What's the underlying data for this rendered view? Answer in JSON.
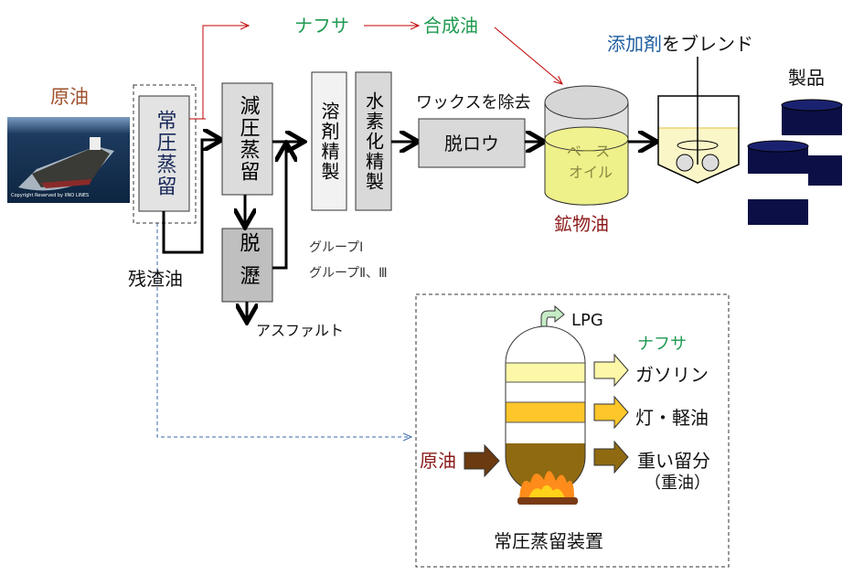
{
  "colors": {
    "crude": "#a0522d",
    "naphtha": "#1e9a50",
    "red_arrow": "#c00000",
    "mineral": "#8b1a1a",
    "additive": "#1f5fa0",
    "unit_text": "#1a2a5a"
  },
  "source": {
    "label": "原油",
    "photo_caption": "Copyright Reserved by IINO LINES"
  },
  "units": {
    "atmospheric": "常圧蒸留",
    "vacuum": "減圧蒸留",
    "deasphalting": "脱瀝",
    "solvent": "溶剤精製",
    "hydro": "水素化精製",
    "dewax": "脱ロウ"
  },
  "labels": {
    "naphtha": "ナフサ",
    "synthetic": "合成油",
    "residue": "残渣油",
    "asphalt": "アスファルト",
    "group1": "グループⅠ",
    "group23": "グループⅡ、Ⅲ",
    "wax_removal": "ワックスを除去",
    "base_oil_1": "ベース",
    "base_oil_2": "オイル",
    "mineral_oil": "鉱物油",
    "additive": "添加剤",
    "blend": "をブレンド",
    "product": "製品"
  },
  "column": {
    "lpg": "LPG",
    "naphtha": "ナフサ",
    "gasoline": "ガソリン",
    "kerosene": "灯・軽油",
    "heavy": "重い留分",
    "heavy_sub": "（重油）",
    "crude": "原油",
    "title": "常圧蒸留装置"
  }
}
